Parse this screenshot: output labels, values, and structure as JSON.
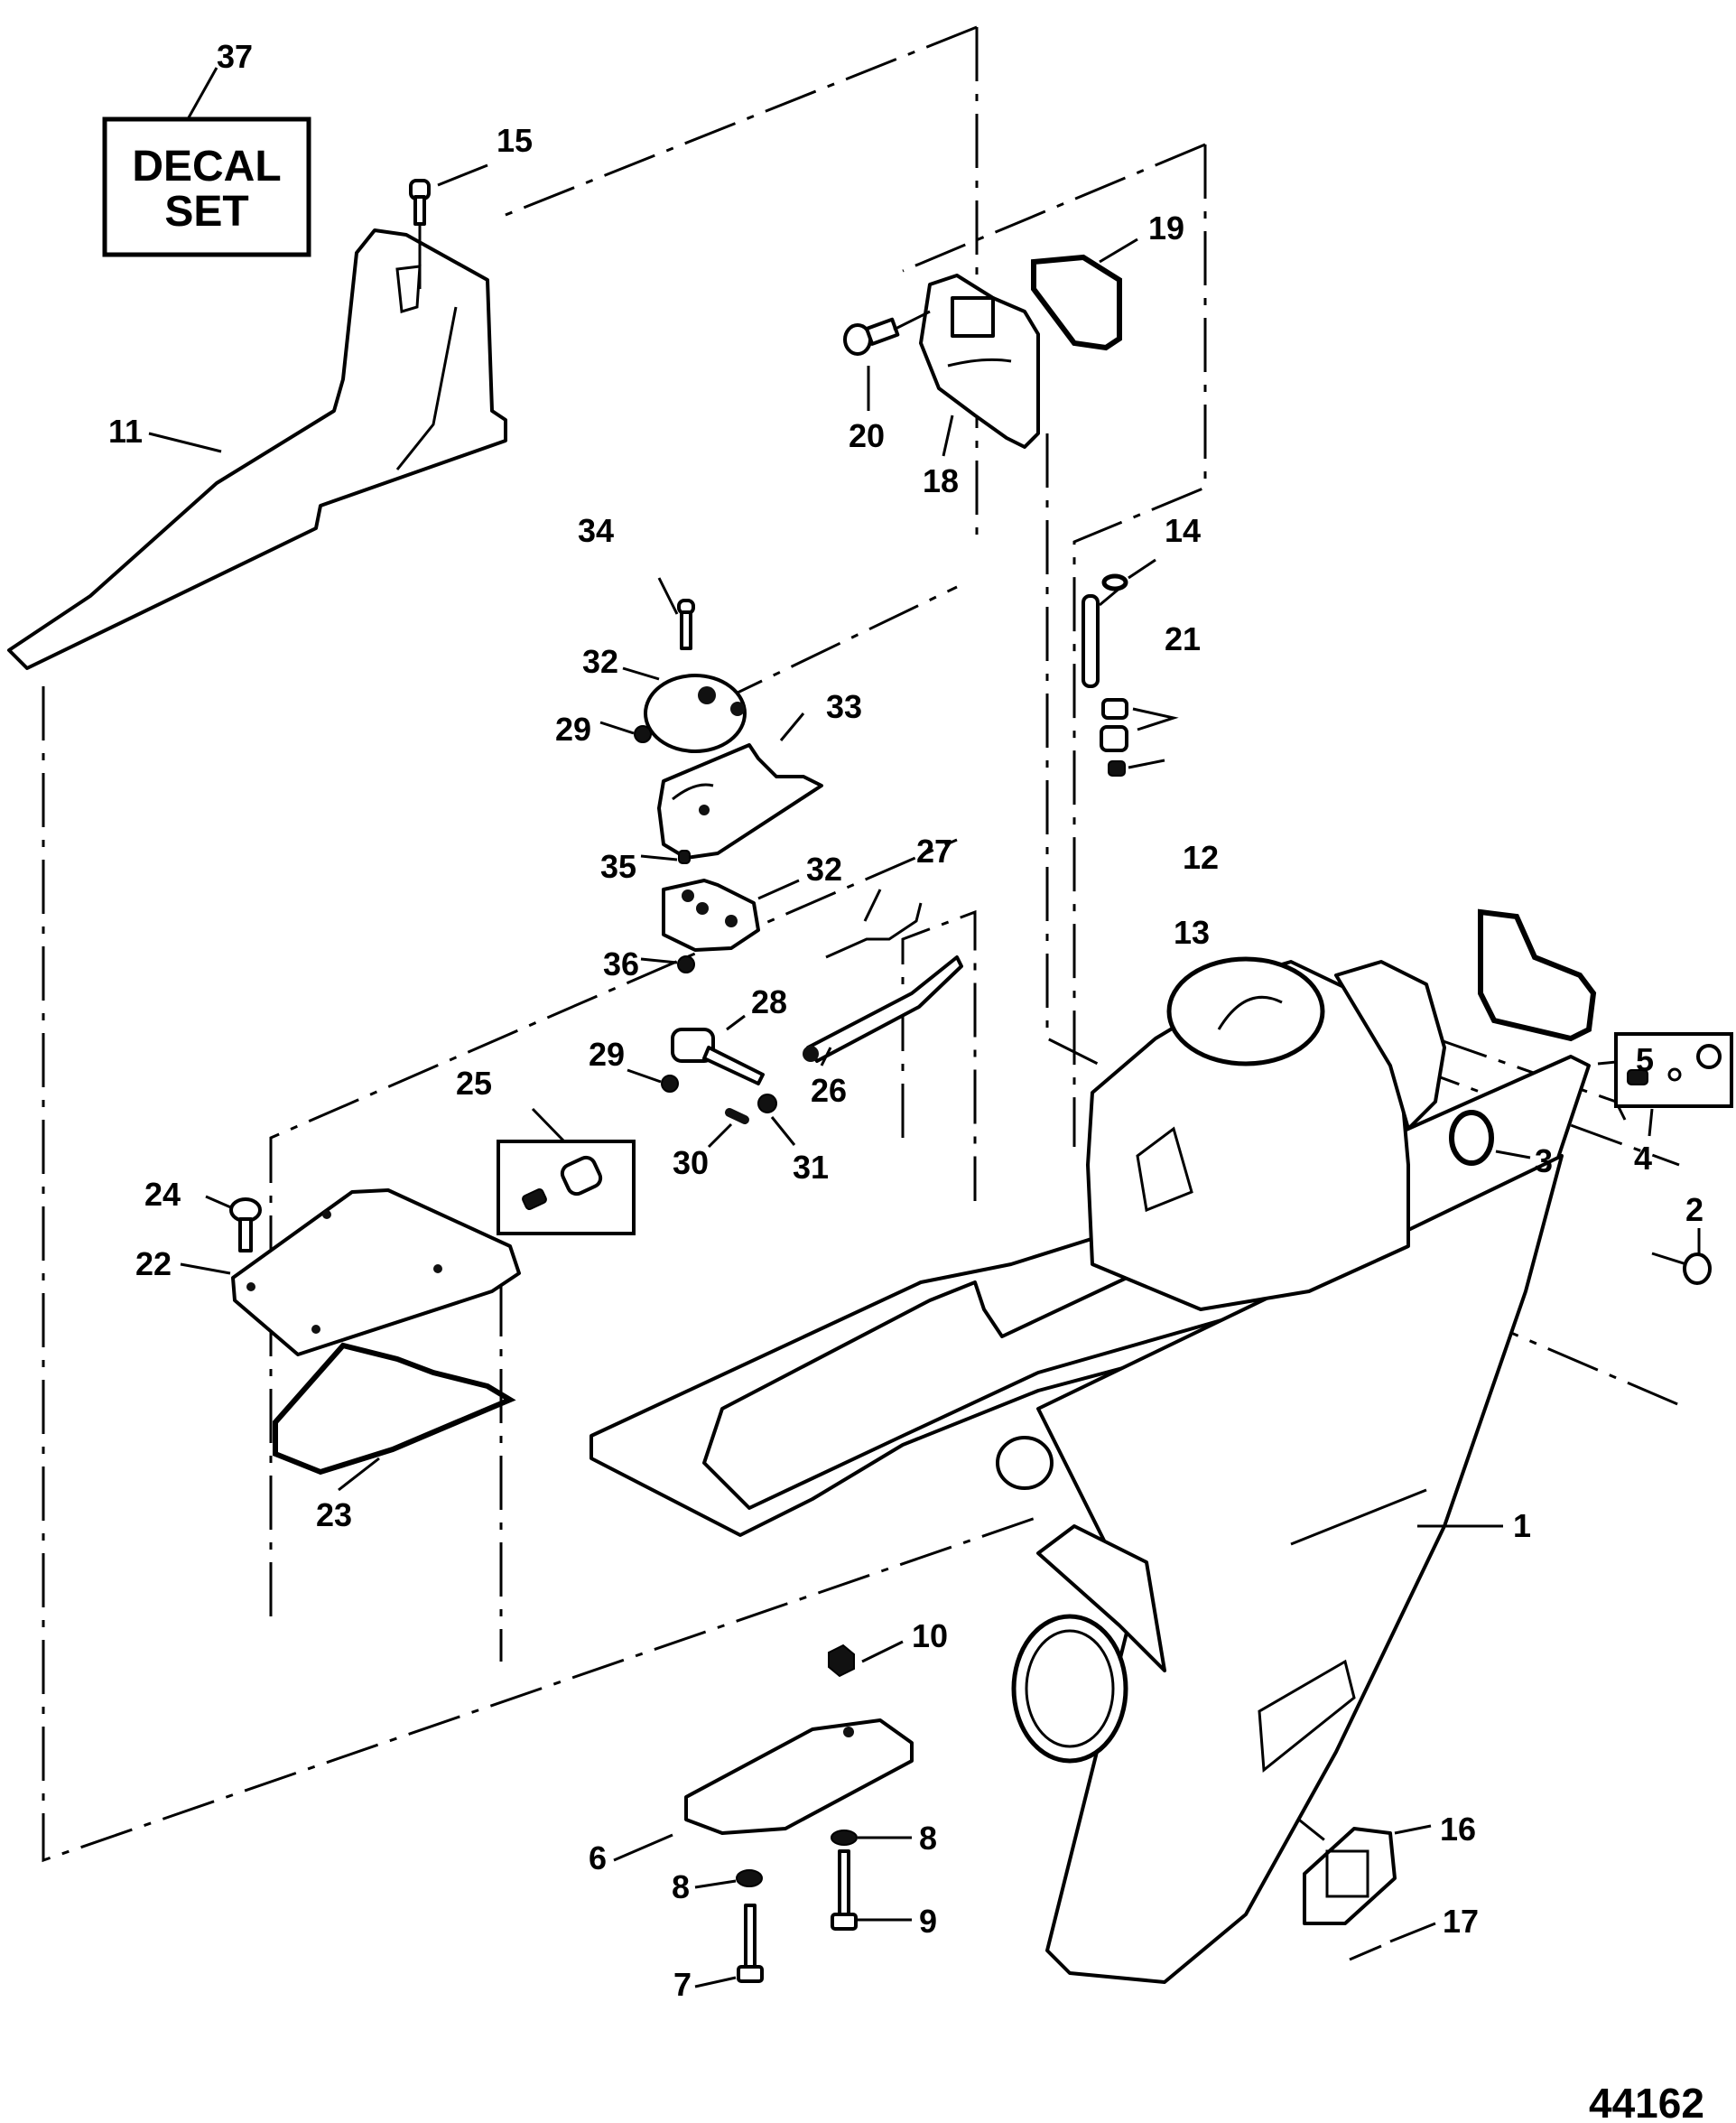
{
  "diagram": {
    "title": "Gear Housing (Driveshaft) Exploded View",
    "figure_number": "44162",
    "decal_box": {
      "line1": "DECAL",
      "line2": "SET"
    },
    "callouts": [
      {
        "id": "c1",
        "text": "1"
      },
      {
        "id": "c2",
        "text": "2"
      },
      {
        "id": "c3",
        "text": "3"
      },
      {
        "id": "c4",
        "text": "4"
      },
      {
        "id": "c5",
        "text": "5"
      },
      {
        "id": "c6",
        "text": "6"
      },
      {
        "id": "c7",
        "text": "7"
      },
      {
        "id": "c8a",
        "text": "8"
      },
      {
        "id": "c8b",
        "text": "8"
      },
      {
        "id": "c9",
        "text": "9"
      },
      {
        "id": "c10",
        "text": "10"
      },
      {
        "id": "c11",
        "text": "11"
      },
      {
        "id": "c12",
        "text": "12"
      },
      {
        "id": "c13",
        "text": "13"
      },
      {
        "id": "c14",
        "text": "14"
      },
      {
        "id": "c15",
        "text": "15"
      },
      {
        "id": "c16",
        "text": "16"
      },
      {
        "id": "c17",
        "text": "17"
      },
      {
        "id": "c18",
        "text": "18"
      },
      {
        "id": "c19",
        "text": "19"
      },
      {
        "id": "c20",
        "text": "20"
      },
      {
        "id": "c21",
        "text": "21"
      },
      {
        "id": "c22",
        "text": "22"
      },
      {
        "id": "c23",
        "text": "23"
      },
      {
        "id": "c24",
        "text": "24"
      },
      {
        "id": "c25",
        "text": "25"
      },
      {
        "id": "c26",
        "text": "26"
      },
      {
        "id": "c27",
        "text": "27"
      },
      {
        "id": "c28",
        "text": "28"
      },
      {
        "id": "c29a",
        "text": "29"
      },
      {
        "id": "c29b",
        "text": "29"
      },
      {
        "id": "c30",
        "text": "30"
      },
      {
        "id": "c31",
        "text": "31"
      },
      {
        "id": "c32a",
        "text": "32"
      },
      {
        "id": "c32b",
        "text": "32"
      },
      {
        "id": "c33",
        "text": "33"
      },
      {
        "id": "c34",
        "text": "34"
      },
      {
        "id": "c35",
        "text": "35"
      },
      {
        "id": "c36",
        "text": "36"
      },
      {
        "id": "c37",
        "text": "37"
      }
    ]
  }
}
